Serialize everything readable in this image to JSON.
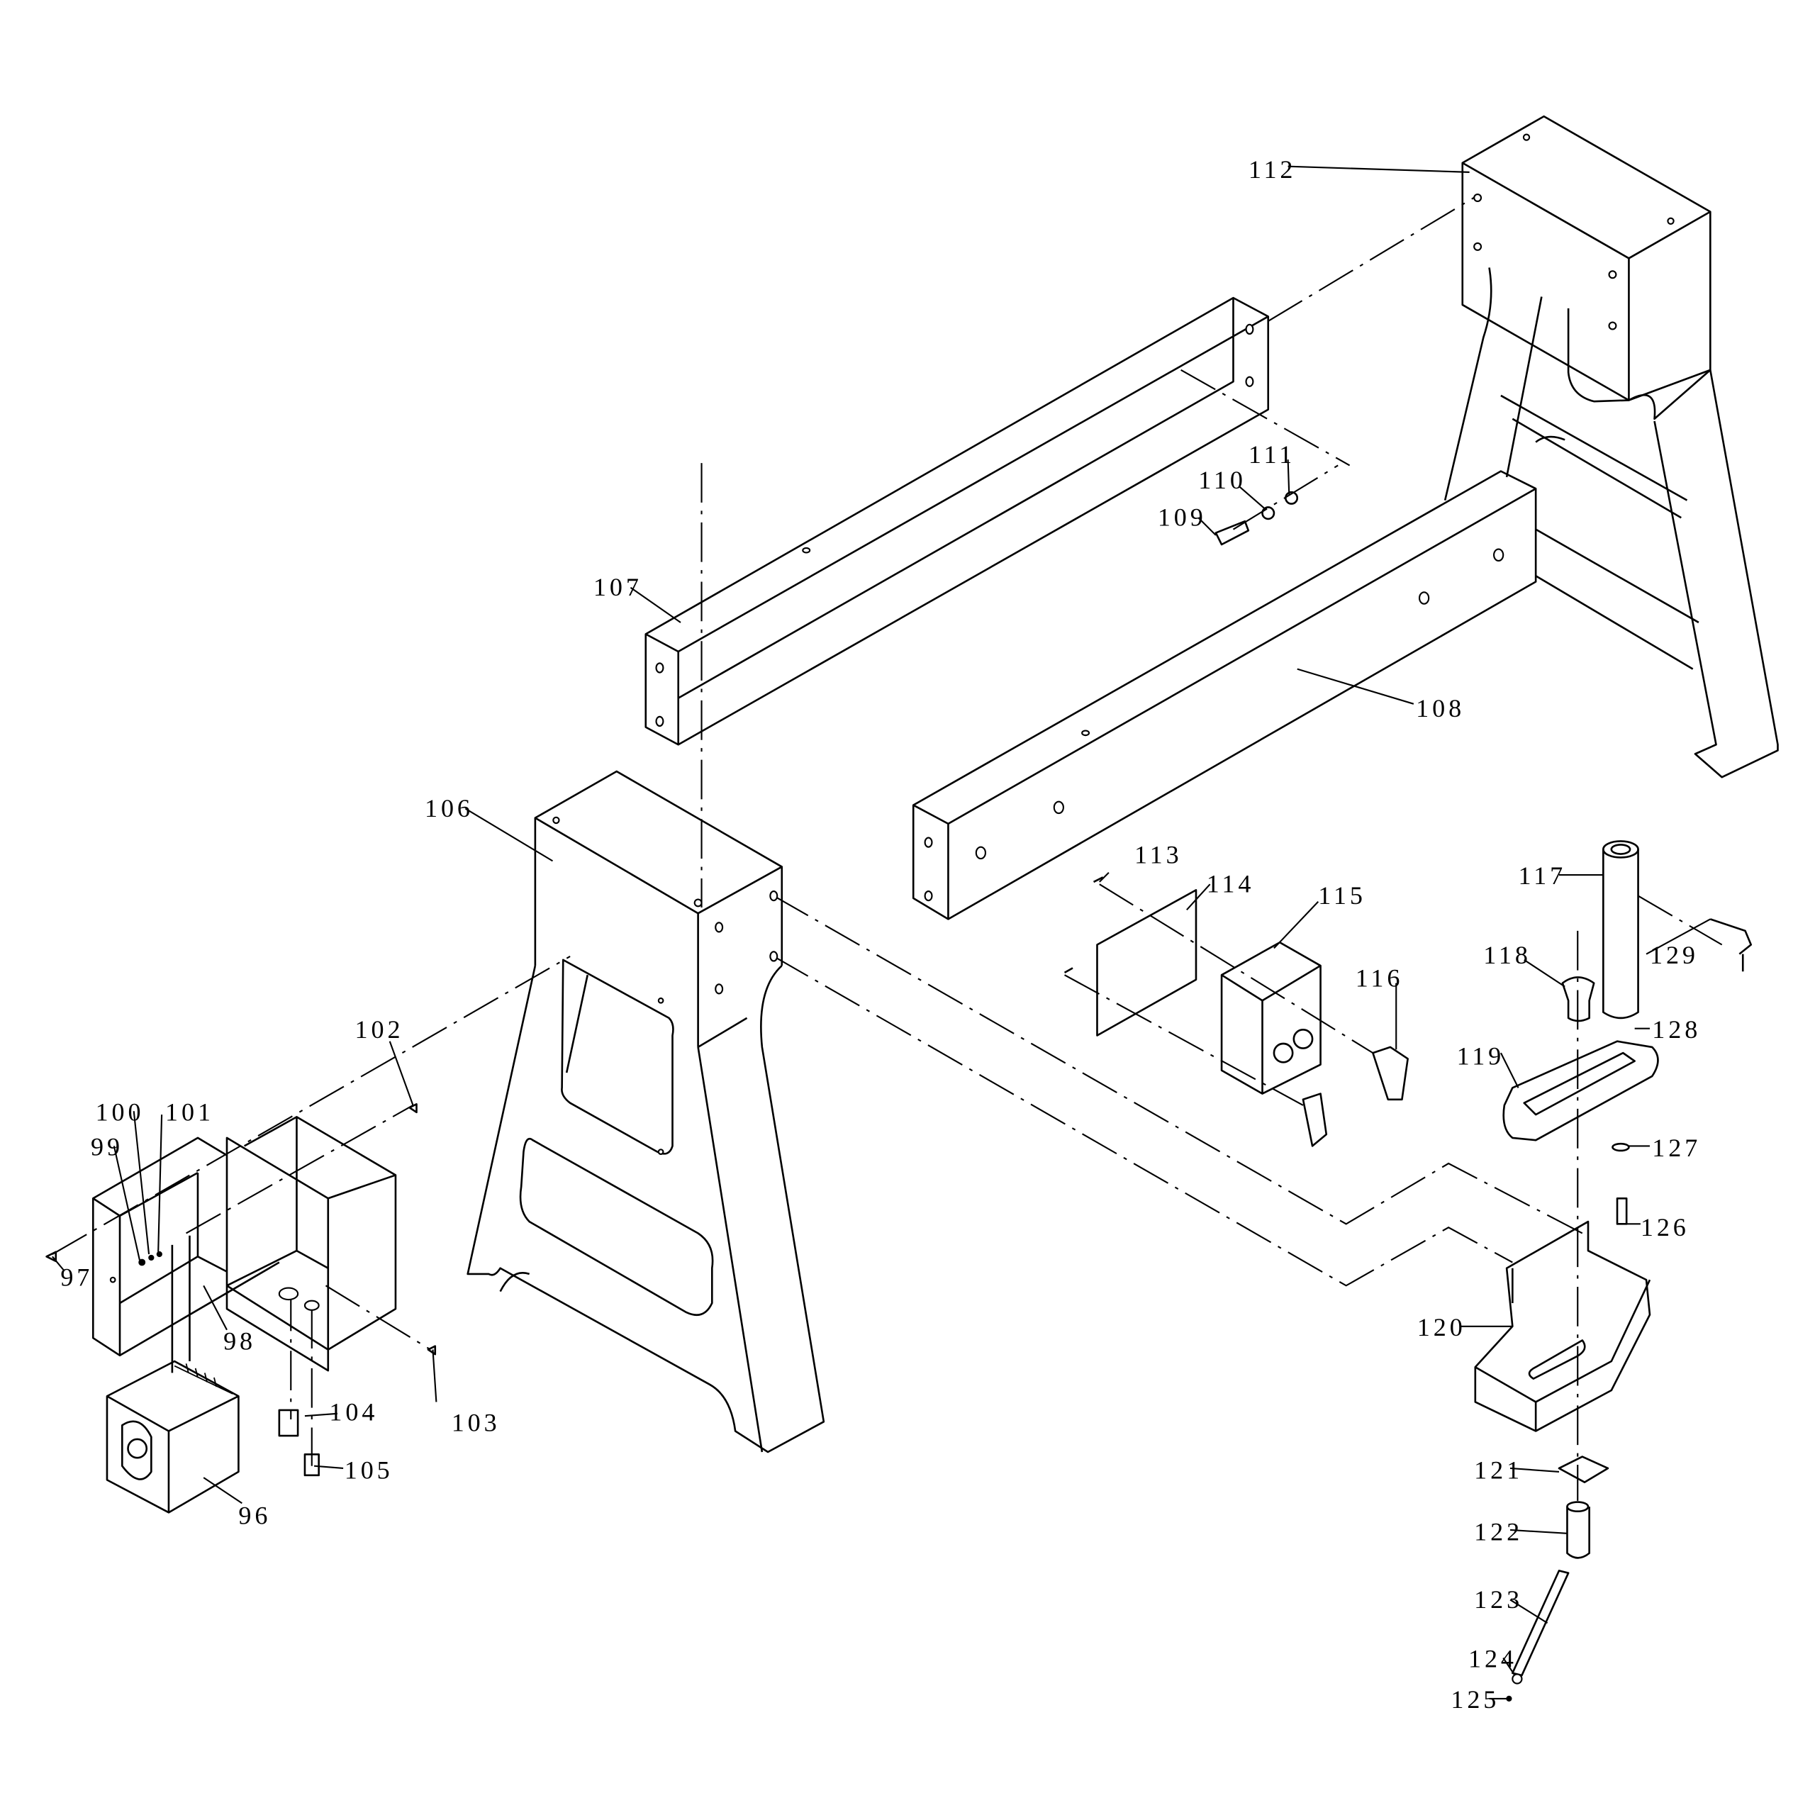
{
  "diagram": {
    "type": "exploded-parts-diagram",
    "callouts": {
      "p96": "96",
      "p97": "97",
      "p98": "98",
      "p99": "99",
      "p100": "100",
      "p101": "101",
      "p102": "102",
      "p103": "103",
      "p104": "104",
      "p105": "105",
      "p106": "106",
      "p107": "107",
      "p108": "108",
      "p109": "109",
      "p110": "110",
      "p111": "111",
      "p112": "112",
      "p113": "113",
      "p114": "114",
      "p115": "115",
      "p116": "116",
      "p117": "117",
      "p118": "118",
      "p119": "119",
      "p120": "120",
      "p121": "121",
      "p122": "122",
      "p123": "123",
      "p124": "124",
      "p125": "125",
      "p126": "126",
      "p127": "127",
      "p128": "128",
      "p129": "129"
    },
    "colors": {
      "line": "#000000",
      "background": "#ffffff"
    }
  }
}
